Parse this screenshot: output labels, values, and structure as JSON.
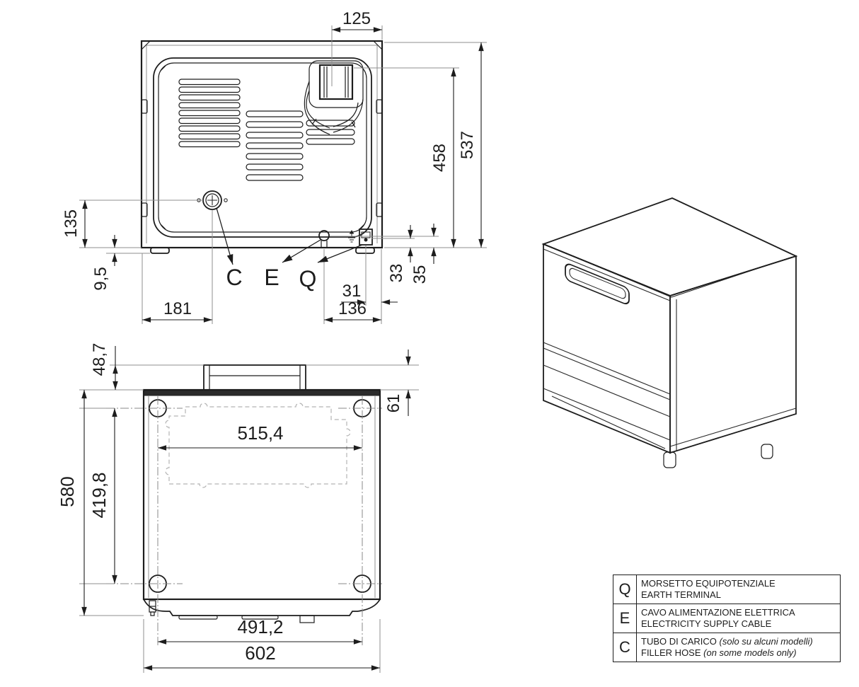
{
  "rear": {
    "connector_offset": "125",
    "height_total": "537",
    "height_connector": "458",
    "height_hose": "135",
    "foot_height": "9,5",
    "hose_from_left": "181",
    "cable_from_right": "136",
    "terminal_offset": "31",
    "cable_height": "33",
    "terminal_height": "35",
    "callout_hose": "C",
    "callout_cable": "E",
    "callout_terminal": "Q"
  },
  "bottom": {
    "handle_height": "48,7",
    "top_to_foot": "61",
    "feet_span_width": "515,4",
    "feet_span_depth": "419,8",
    "depth_total": "580",
    "feet_front_span": "491,2",
    "width_total": "602"
  },
  "legend": {
    "rows": [
      {
        "key": "Q",
        "it": "MORSETTO EQUIPOTENZIALE",
        "it_note": "",
        "en": "EARTH TERMINAL",
        "en_note": ""
      },
      {
        "key": "E",
        "it": "CAVO ALIMENTAZIONE ELETTRICA",
        "it_note": "",
        "en": "ELECTRICITY SUPPLY CABLE",
        "en_note": ""
      },
      {
        "key": "C",
        "it": "TUBO DI CARICO ",
        "it_note": "(solo su alcuni modelli)",
        "en": "FILLER HOSE ",
        "en_note": "(on some models only)"
      }
    ]
  },
  "colors": {
    "line": "#1d1d1d",
    "extension": "#8f8f8f",
    "dashed_cutout": "#b3b3b3",
    "background": "#ffffff"
  }
}
